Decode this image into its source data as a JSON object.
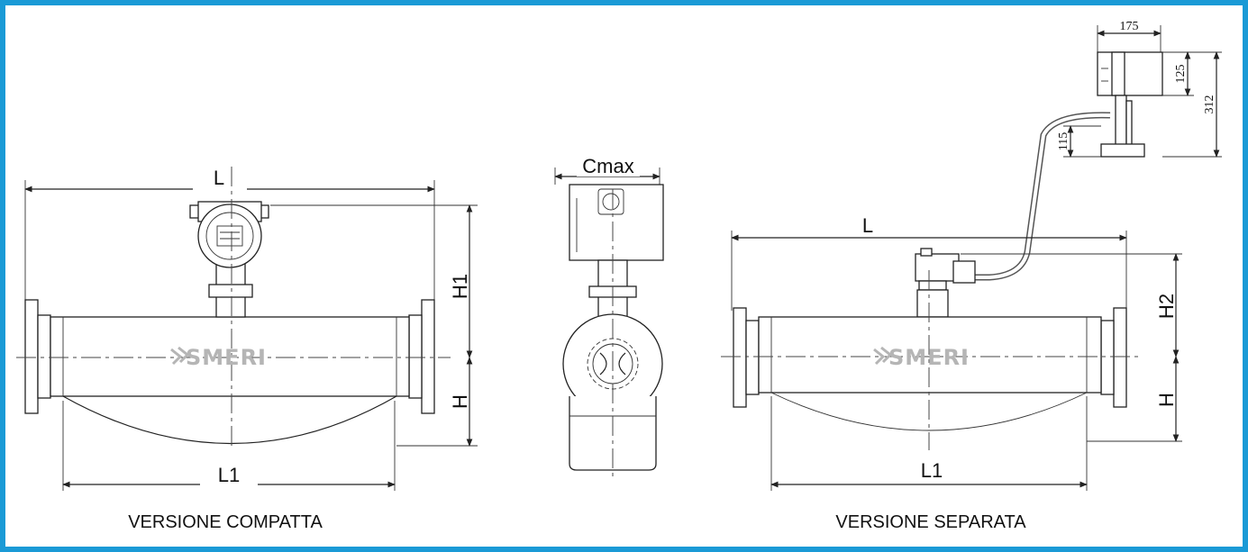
{
  "colors": {
    "frame": "#1a9ad6",
    "ink": "#222222",
    "logo": "#b5b5b5"
  },
  "brand": {
    "logo_text": "SMERI"
  },
  "compact": {
    "caption": "VERSIONE COMPATTA",
    "dim_L": "L",
    "dim_L1": "L1",
    "dim_H1": "H1",
    "dim_H": "H"
  },
  "side": {
    "dim_Cmax": "Cmax"
  },
  "separate": {
    "caption": "VERSIONE SEPARATA",
    "dim_L": "L",
    "dim_L1": "L1",
    "dim_H2": "H2",
    "dim_H": "H",
    "remote": {
      "w": "175",
      "h_head": "125",
      "h_total": "312",
      "h_base": "115"
    }
  }
}
